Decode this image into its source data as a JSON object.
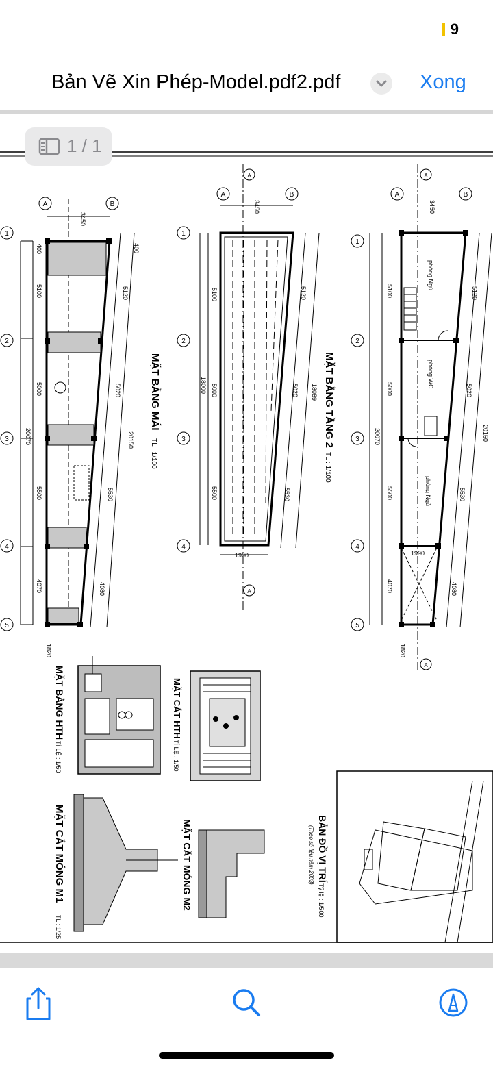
{
  "status_bar": {
    "battery_level": "9"
  },
  "header": {
    "document_title": "Bản Vẽ Xin Phép-Model.pdf2.pdf",
    "done_label": "Xong"
  },
  "page_indicator": {
    "label": "1 / 1"
  },
  "drawing": {
    "plan_roof_title": "MẶT BẰNG MÁI",
    "plan_roof_scale": "TL : 1/100",
    "plan_floor2_title": "MẶT BẰNG TẦNG 2",
    "plan_floor2_scale": "TL : 1/100",
    "tank_plan_title": "MẶT BẰNG HTH",
    "tank_plan_scale": "TỈ LỆ : 1/50",
    "tank_section_title": "MẶT CẮT HTH",
    "tank_section_scale": "TỈ LỆ : 1/50",
    "footing_m1_title": "MẶT CẮT MÓNG M1",
    "footing_m1_scale": "TL : 1/25",
    "footing_m2_title": "MẶT CẮT MÓNG M2",
    "location_title": "BẢN ĐỒ VỊ TRÍ",
    "location_scale": "Tỷ lệ : 1/500",
    "location_note": "(Theo số liệu năm 2003)",
    "room_bedroom_1": "phòng Ngủ",
    "room_wc": "phòng WC",
    "room_bedroom_2": "phòng Ngủ",
    "dim_width": "3450",
    "dim_total_left": "20070",
    "dim_total_right": "20150",
    "dim_inner": "18000",
    "dim_inner_right": "18089",
    "dims_left": [
      "400",
      "5100",
      "5000",
      "5500",
      "4070"
    ],
    "dims_right": [
      "400",
      "5120",
      "5020",
      "5530",
      "4080"
    ],
    "dim_bottom": "1990",
    "dim_end": "1820",
    "grid_rows": [
      "1",
      "2",
      "3",
      "4",
      "5"
    ],
    "grid_cols": [
      "A",
      "B"
    ],
    "section_mark": "A"
  },
  "toolbar": {
    "share_icon": "share-icon",
    "search_icon": "search-icon",
    "markup_icon": "markup-pen-icon"
  }
}
